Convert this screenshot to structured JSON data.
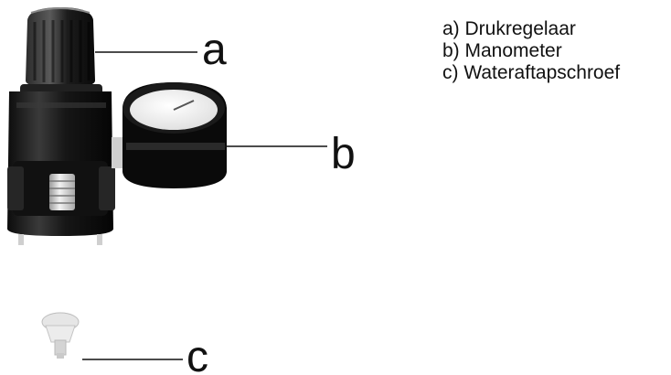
{
  "callouts": {
    "a": "a",
    "b": "b",
    "c": "c"
  },
  "legend": [
    {
      "text": "a) Drukregelaar"
    },
    {
      "text": "b) Manometer"
    },
    {
      "text": "c) Wateraftapschroef"
    }
  ],
  "colors": {
    "body": "#141414",
    "ink": "#111111",
    "metal": "#d8d8d8"
  }
}
